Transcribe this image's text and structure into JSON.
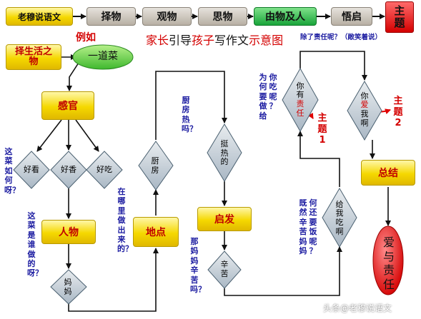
{
  "header": {
    "logo": "老穆说语文",
    "steps": [
      "择物",
      "观物",
      "思物",
      "由物及人",
      "悟启"
    ],
    "theme": "主题"
  },
  "title": {
    "part1": "家长",
    "part2": "引导",
    "part3": "孩子",
    "part4": "写作文",
    "part5": "示意图"
  },
  "example_label": "例如",
  "nodes": {
    "choose": "择生活之物",
    "dish": "一道菜",
    "senses": "感官",
    "look": "好看",
    "smell": "好香",
    "taste": "好吃",
    "person": "人物",
    "mom1": "妈妈",
    "place": "地点",
    "kitchen": "厨房",
    "hot": "挺热的",
    "inspire": "启发",
    "hard": "辛苦",
    "give": "给我吃啊",
    "resp": "你有责任",
    "love": "你爱我啊",
    "summary": "总结",
    "final": "爱与责任"
  },
  "questions": {
    "q_look": "这菜如何呀？",
    "q_who": "这菜是谁做的呀？",
    "q_where": "在哪里做出来的？",
    "q_kitchen": "厨房热吗？",
    "q_hard": "那妈妈辛苦吗？",
    "q_why": "为何要做给你吃呢？",
    "q_still": "既然辛苦妈妈何还要饭呢？",
    "q_top": "除了责任呢？（敞笑着说）"
  },
  "themes": {
    "t1": "主题1",
    "t2": "主题2",
    "t1_label": "主题",
    "t1_num": "1",
    "t2_label": "主题",
    "t2_num": "2"
  },
  "watermark": "头条@老穆说语文",
  "colors": {
    "accent_red": "#d40000",
    "question_blue": "#1a1aa0",
    "highlight_yellow": "#f5d800",
    "green": "#19a43a"
  }
}
